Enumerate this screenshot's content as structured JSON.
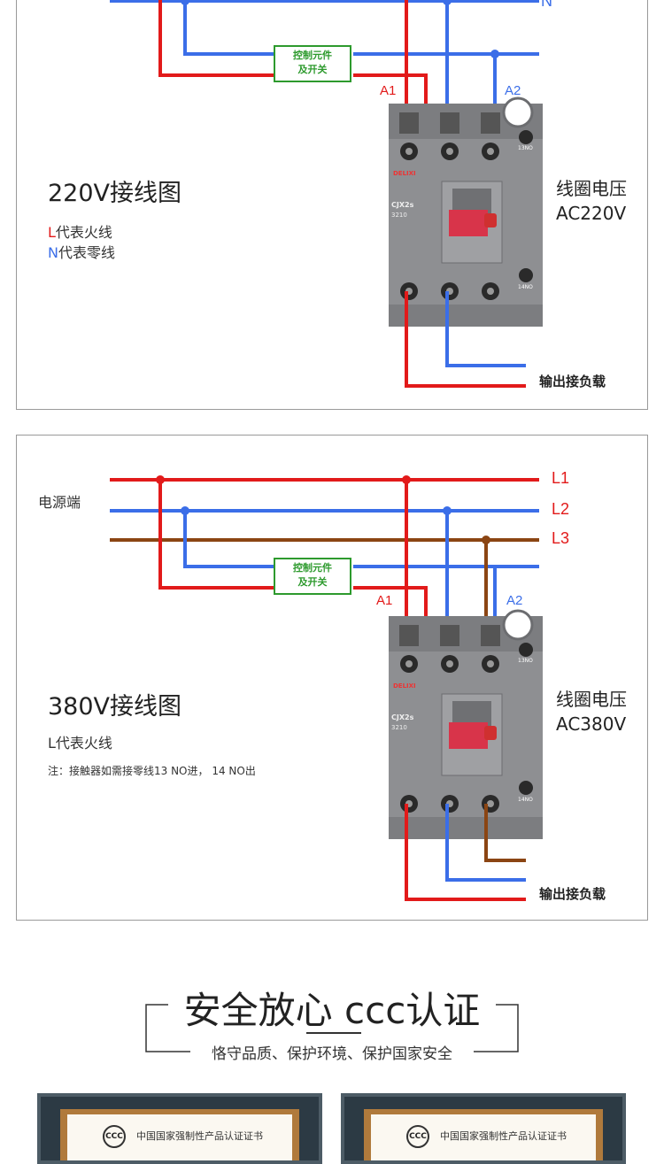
{
  "diagram1": {
    "title": "220V接线图",
    "legend_L_letter": "L",
    "legend_L_text": "代表火线",
    "legend_N_letter": "N",
    "legend_N_text": "代表零线",
    "top_label_N": "N",
    "control_line1": "控制元件",
    "control_line2": "及开关",
    "a1": "A1",
    "a2": "A2",
    "coil_line1": "线圈电压",
    "coil_line2": "AC220V",
    "output": "输出接负载"
  },
  "diagram2": {
    "title": "380V接线图",
    "power_end": "电源端",
    "legend_L": "L代表火线",
    "note": "注：接触器如需接零线13 NO进， 14 NO出",
    "L1": "L1",
    "L2": "L2",
    "L3": "L3",
    "control_line1": "控制元件",
    "control_line2": "及开关",
    "a1": "A1",
    "a2": "A2",
    "coil_line1": "线圈电压",
    "coil_line2": "AC380V",
    "output": "输出接负载"
  },
  "contactor": {
    "brand": "DELIXI",
    "model": "CJX2s",
    "code": "3210",
    "no13": "13NO",
    "no14": "14NO"
  },
  "certification": {
    "title": "安全放心 ccc认证",
    "subtitle": "恪守品质、保护环境、保护国家安全",
    "cert_name": "中国国家强制性产品认证证书",
    "ccc_mark": "CCC"
  },
  "colors": {
    "live_wire": "#e21a1a",
    "neutral_wire": "#3b6ee8",
    "third_phase_wire": "#8b4513",
    "control_box": "#2d9a2d",
    "contactor_body": "#8e8f92"
  }
}
